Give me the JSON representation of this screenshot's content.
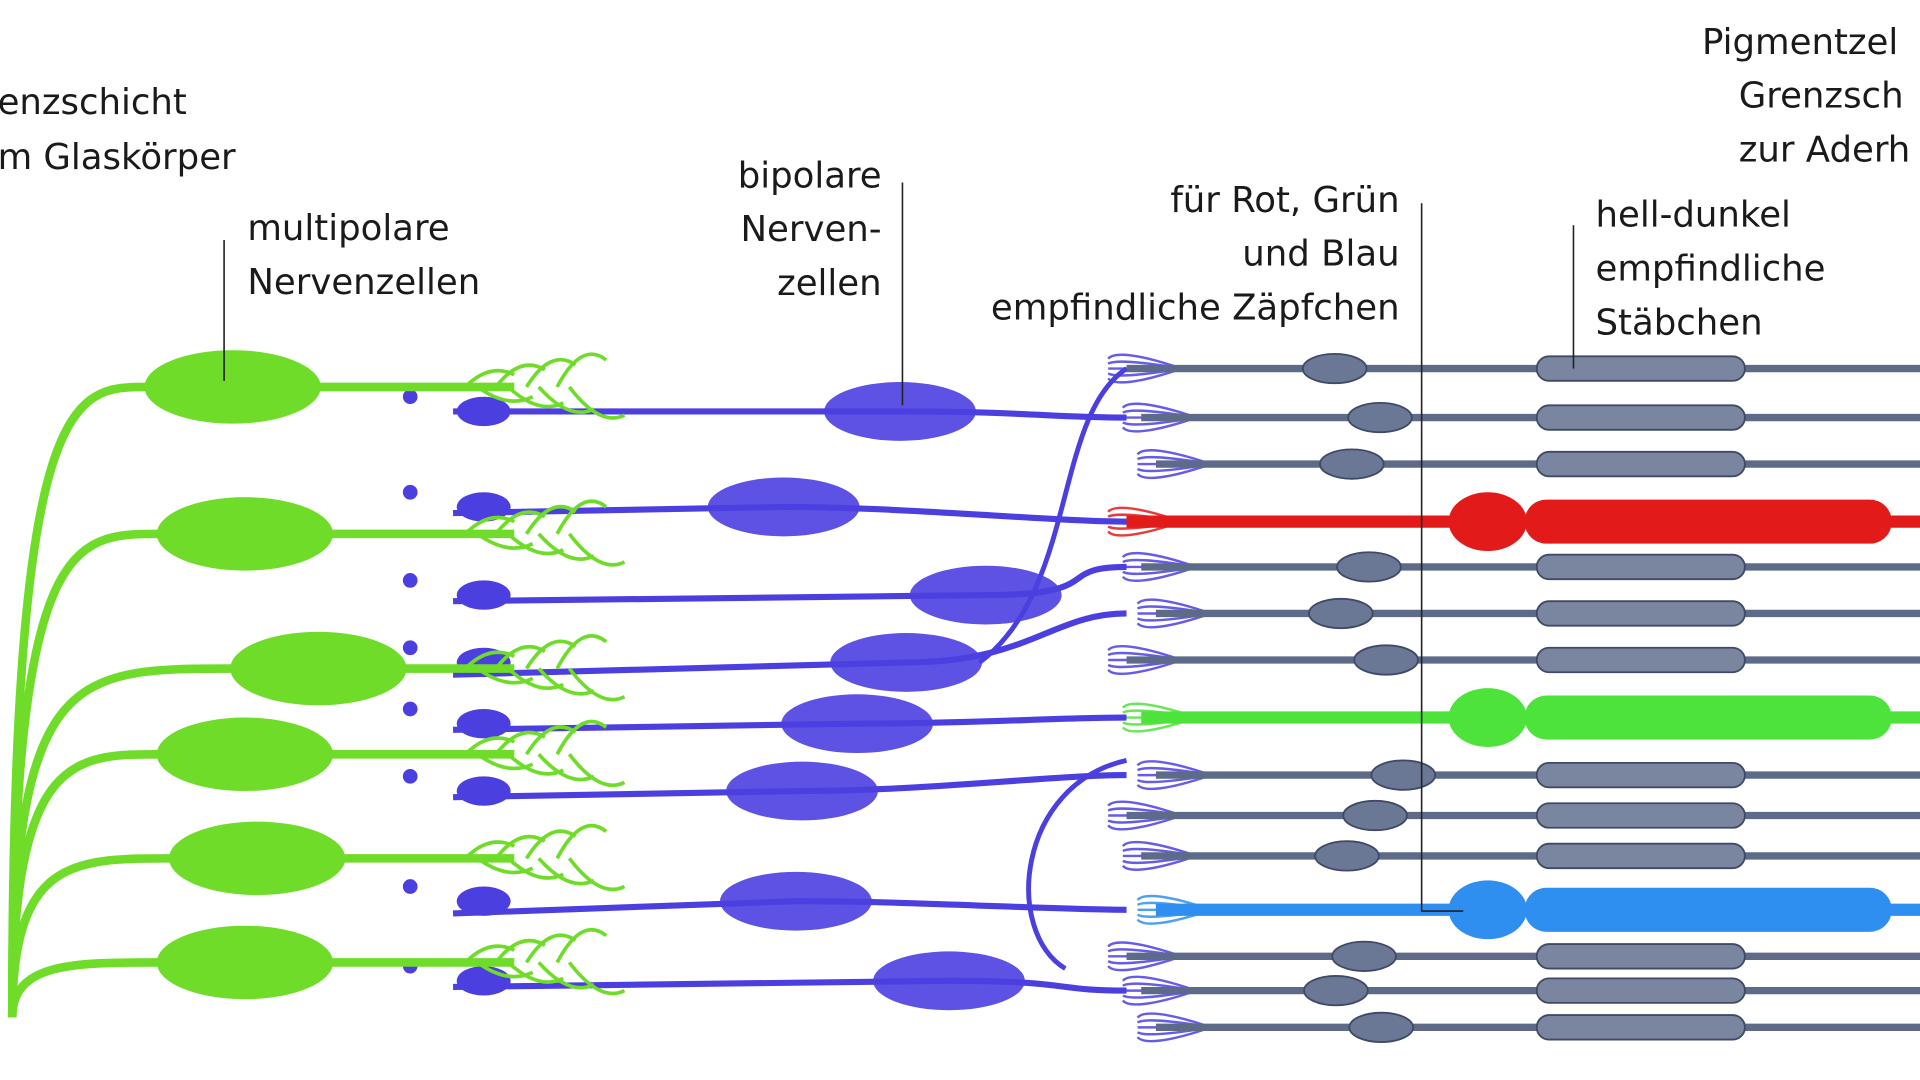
{
  "labels": {
    "inner_boundary": [
      "enzschicht",
      "m Glaskörper"
    ],
    "ganglion": [
      "multipolare",
      "Nervenzellen"
    ],
    "bipolar": [
      "bipolare",
      "Nerven-",
      "zellen"
    ],
    "cones": [
      "für Rot, Grün",
      "und Blau",
      "empfindliche Zäpfchen"
    ],
    "rods": [
      "hell-dunkel",
      "empfindliche",
      "Stäbchen"
    ],
    "pigment": [
      "Pigmentzel",
      "Grenzsch",
      "zur Aderh"
    ]
  },
  "colors": {
    "ganglion": "#6fdc2a",
    "bipolar": "#4b3fe0",
    "rod": "#5d6b88",
    "cone_red": "#e21a1a",
    "cone_green": "#4ee33a",
    "cone_blue": "#2f8ff0",
    "text": "#1a1a1a"
  }
}
